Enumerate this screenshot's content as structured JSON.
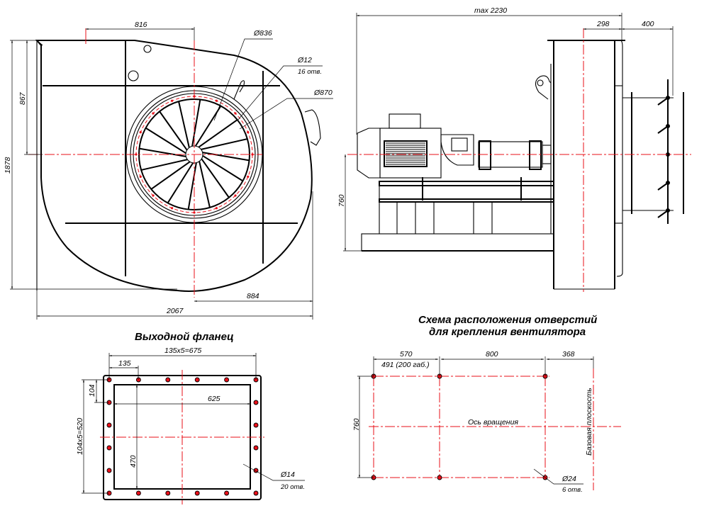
{
  "colors": {
    "line": "#000000",
    "axis": "#e8101a",
    "hole": "#e8101a",
    "background": "#ffffff"
  },
  "front_view": {
    "dims": {
      "top_816": "816",
      "dia_836": "Ø836",
      "dia_12": "Ø12",
      "holes_16": "16 отв.",
      "dia_870": "Ø870",
      "height_867": "867",
      "height_1878": "1878",
      "width_884": "884",
      "width_2067": "2067"
    }
  },
  "side_view": {
    "dims": {
      "max_2230": "max 2230",
      "d298": "298",
      "d400": "400",
      "h760": "760"
    }
  },
  "outlet_flange": {
    "title": "Выходной фланец",
    "dims": {
      "total_x": "135x5=675",
      "step_x": "135",
      "step_y": "104",
      "total_y": "104x5=520",
      "inner_w": "625",
      "inner_h": "470",
      "hole_dia": "Ø14",
      "hole_count": "20 отв."
    }
  },
  "mount_scheme": {
    "title_line1": "Схема расположения отверстий",
    "title_line2": "для крепления вентилятора",
    "dims": {
      "d570": "570",
      "d491": "491 (200 габ.)",
      "d800": "800",
      "d368": "368",
      "d760": "760",
      "hole_dia": "Ø24",
      "hole_count": "6 отв."
    },
    "axis_label": "Ось вращения",
    "base_plane_label": "Базовая плоскость"
  }
}
